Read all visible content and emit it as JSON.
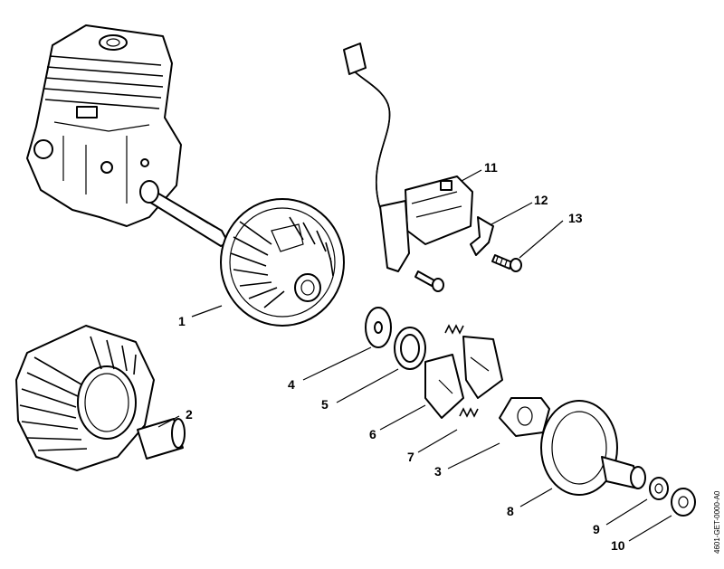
{
  "drawing_code": "4601-GET-0000-A0",
  "callouts": [
    {
      "id": "callout-1",
      "text": "1"
    },
    {
      "id": "callout-2",
      "text": "2"
    },
    {
      "id": "callout-3",
      "text": "3"
    },
    {
      "id": "callout-4",
      "text": "4"
    },
    {
      "id": "callout-5",
      "text": "5"
    },
    {
      "id": "callout-6",
      "text": "6"
    },
    {
      "id": "callout-7",
      "text": "7"
    },
    {
      "id": "callout-8",
      "text": "8"
    },
    {
      "id": "callout-9",
      "text": "9"
    },
    {
      "id": "callout-10",
      "text": "10"
    },
    {
      "id": "callout-11",
      "text": "11"
    },
    {
      "id": "callout-12",
      "text": "12"
    },
    {
      "id": "callout-13",
      "text": "13"
    }
  ]
}
